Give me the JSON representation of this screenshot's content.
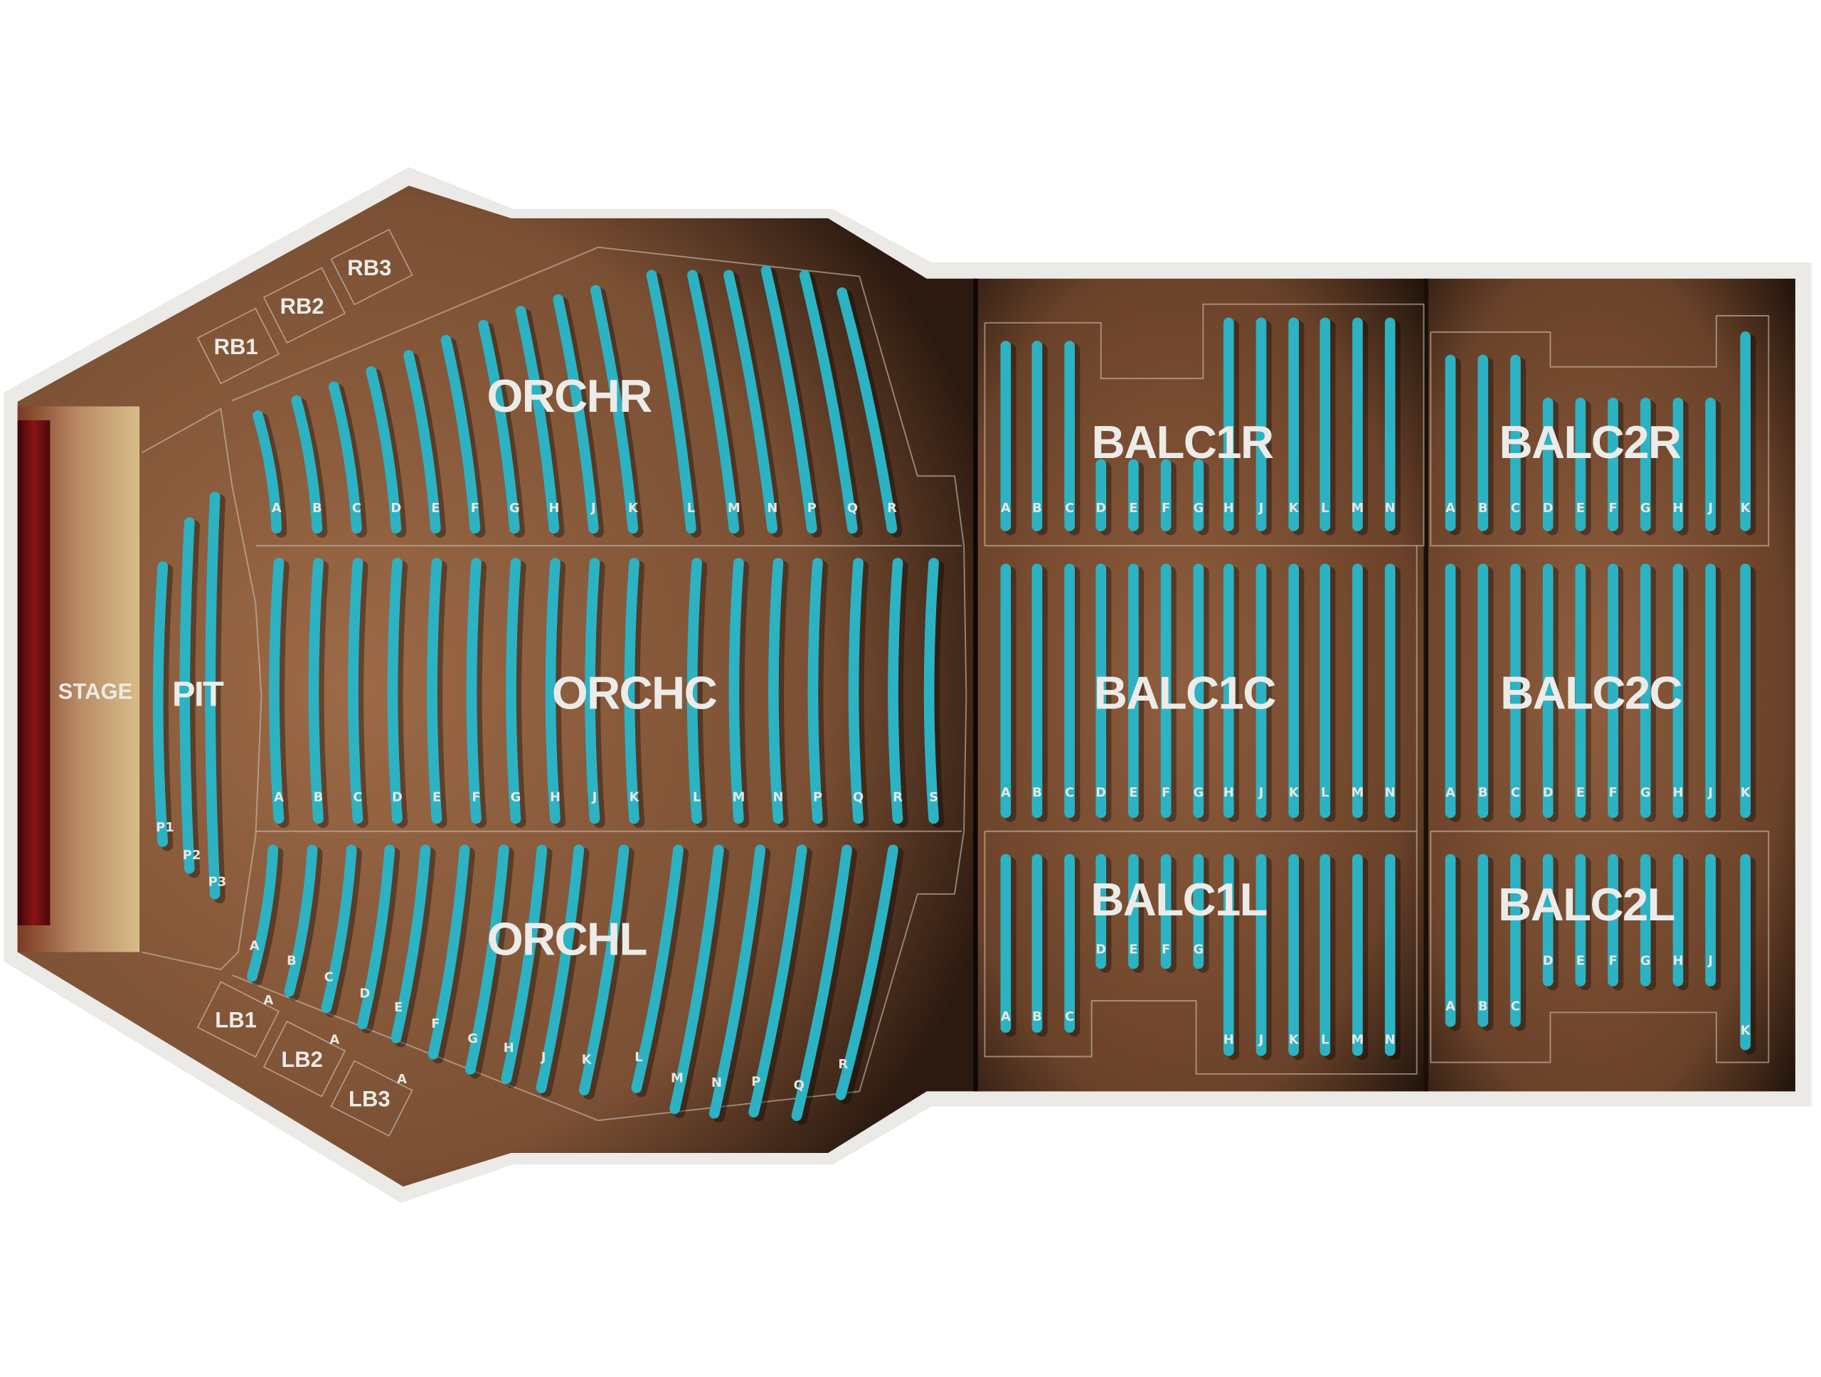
{
  "venue": {
    "stage_label": "STAGE",
    "pit_label": "PIT",
    "colors": {
      "seat": "#2bb3c4",
      "floor": "#8a5a3a",
      "border": "#eceae6",
      "curtain": "#7a0f10"
    }
  },
  "pit": {
    "rows": [
      "P1",
      "P2",
      "P3"
    ]
  },
  "boxes": [
    {
      "label": "RB1"
    },
    {
      "label": "RB2"
    },
    {
      "label": "RB3"
    },
    {
      "label": "LB1",
      "row": "A"
    },
    {
      "label": "LB2",
      "row": "A"
    },
    {
      "label": "LB3",
      "row": "A"
    }
  ],
  "sections": {
    "orchr": {
      "name": "ORCHR",
      "rows": [
        "A",
        "B",
        "C",
        "D",
        "E",
        "F",
        "G",
        "H",
        "J",
        "K",
        "L",
        "M",
        "N",
        "P",
        "Q",
        "R"
      ]
    },
    "orchc": {
      "name": "ORCHC",
      "rows": [
        "A",
        "B",
        "C",
        "D",
        "E",
        "F",
        "G",
        "H",
        "J",
        "K",
        "L",
        "M",
        "N",
        "P",
        "Q",
        "R",
        "S"
      ]
    },
    "orchl": {
      "name": "ORCHL",
      "rows": [
        "A",
        "B",
        "C",
        "D",
        "E",
        "F",
        "G",
        "H",
        "J",
        "K",
        "L",
        "M",
        "N",
        "P",
        "Q",
        "R"
      ]
    },
    "balc1r": {
      "name": "BALC1R",
      "rows": [
        "A",
        "B",
        "C",
        "D",
        "E",
        "F",
        "G",
        "H",
        "J",
        "K",
        "L",
        "M",
        "N"
      ]
    },
    "balc1c": {
      "name": "BALC1C",
      "rows": [
        "A",
        "B",
        "C",
        "D",
        "E",
        "F",
        "G",
        "H",
        "J",
        "K",
        "L",
        "M",
        "N"
      ]
    },
    "balc1l": {
      "name": "BALC1L",
      "rows": [
        "A",
        "B",
        "C",
        "D",
        "E",
        "F",
        "G",
        "H",
        "J",
        "K",
        "L",
        "M",
        "N"
      ]
    },
    "balc2r": {
      "name": "BALC2R",
      "rows": [
        "A",
        "B",
        "C",
        "D",
        "E",
        "F",
        "G",
        "H",
        "J",
        "K"
      ]
    },
    "balc2c": {
      "name": "BALC2C",
      "rows": [
        "A",
        "B",
        "C",
        "D",
        "E",
        "F",
        "G",
        "H",
        "J",
        "K"
      ]
    },
    "balc2l": {
      "name": "BALC2L",
      "rows": [
        "A",
        "B",
        "C",
        "D",
        "E",
        "F",
        "G",
        "H",
        "J",
        "K"
      ]
    }
  }
}
